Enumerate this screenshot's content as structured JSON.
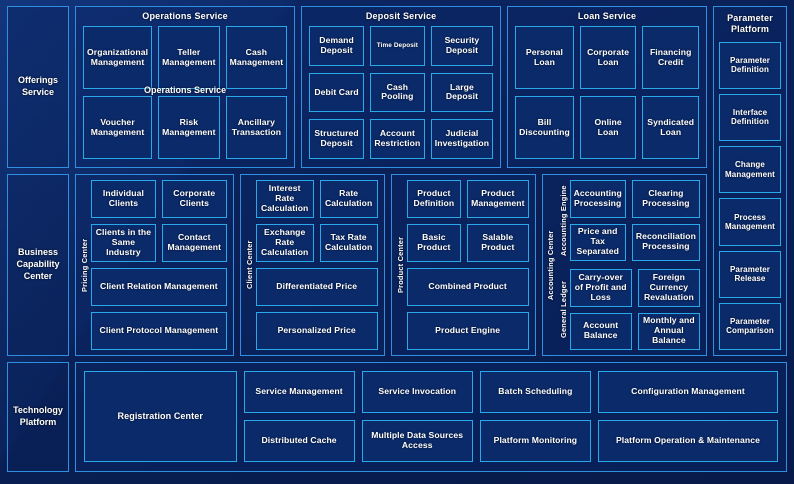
{
  "layers": {
    "offerings": {
      "rail_label": "Offerings Service",
      "groups": [
        {
          "title": "Operations Service",
          "ghost_title": "Operations Service",
          "items": [
            {
              "label": "Organizational Management"
            },
            {
              "label": "Teller Management"
            },
            {
              "label": "Cash Management"
            },
            {
              "label": "Voucher Management"
            },
            {
              "label": "Risk Management"
            },
            {
              "label": "Ancillary Transaction"
            }
          ]
        },
        {
          "title": "Deposit Service",
          "items": [
            {
              "label": "Demand Deposit"
            },
            {
              "label": "Time Deposit",
              "small": true
            },
            {
              "label": "Security Deposit"
            },
            {
              "label": "Debit Card"
            },
            {
              "label": "Cash Pooling"
            },
            {
              "label": "Large Deposit"
            },
            {
              "label": "Structured Deposit"
            },
            {
              "label": "Account Restriction"
            },
            {
              "label": "Judicial Investigation"
            }
          ]
        },
        {
          "title": "Loan Service",
          "items": [
            {
              "label": "Personal Loan"
            },
            {
              "label": "Corporate Loan"
            },
            {
              "label": "Financing Credit"
            },
            {
              "label": "Bill Discounting"
            },
            {
              "label": "Online Loan"
            },
            {
              "label": "Syndicated Loan"
            }
          ]
        }
      ]
    },
    "parameter_platform": {
      "title": "Parameter Platform",
      "items": [
        {
          "label": "Parameter Definition"
        },
        {
          "label": "Interface Definition"
        },
        {
          "label": "Change Management"
        },
        {
          "label": "Process Management"
        },
        {
          "label": "Parameter Release"
        },
        {
          "label": "Parameter Comparison"
        }
      ]
    },
    "business_capability": {
      "rail_label": "Business Capability Center",
      "groups": [
        {
          "vlabel": "Pricing Center",
          "items": [
            {
              "label": "Individual Clients"
            },
            {
              "label": "Corporate Clients"
            },
            {
              "label": "Clients in the Same Industry"
            },
            {
              "label": "Contact Management"
            },
            {
              "label": "Client Relation Management",
              "wide": true
            },
            {
              "label": "Client Protocol Management",
              "wide": true
            }
          ]
        },
        {
          "vlabel": "Client Center",
          "items": [
            {
              "label": "Interest Rate Calculation"
            },
            {
              "label": "Rate Calculation"
            },
            {
              "label": "Exchange Rate Calculation"
            },
            {
              "label": "Tax Rate Calculation"
            },
            {
              "label": "Differentiated Price",
              "wide": true
            },
            {
              "label": "Personalized Price",
              "wide": true
            }
          ]
        },
        {
          "vlabel": "Product Center",
          "items": [
            {
              "label": "Product Definition"
            },
            {
              "label": "Product Management"
            },
            {
              "label": "Basic Product"
            },
            {
              "label": "Salable Product"
            },
            {
              "label": "Combined Product",
              "wide": true
            },
            {
              "label": "Product Engine",
              "wide": true
            }
          ]
        },
        {
          "vlabel": "Accounting Center",
          "sub_groups": [
            {
              "vlabel": "Accounting Engine",
              "items": [
                {
                  "label": "Accounting Processing"
                },
                {
                  "label": "Clearing Processing"
                },
                {
                  "label": "Price and Tax Separated"
                },
                {
                  "label": "Reconciliation Processing"
                }
              ]
            },
            {
              "vlabel": "General Ledger",
              "items": [
                {
                  "label": "Carry-over of Profit and Loss"
                },
                {
                  "label": "Foreign Currency Revaluation"
                },
                {
                  "label": "Account Balance"
                },
                {
                  "label": "Monthly and Annual Balance"
                }
              ]
            }
          ]
        }
      ]
    },
    "technology_platform": {
      "rail_label": "Technology Platform",
      "registration": {
        "label": "Registration Center"
      },
      "columns": [
        {
          "items": [
            {
              "label": "Service Management"
            },
            {
              "label": "Distributed Cache"
            }
          ]
        },
        {
          "items": [
            {
              "label": "Service Invocation"
            },
            {
              "label": "Multiple Data Sources Access"
            }
          ]
        },
        {
          "items": [
            {
              "label": "Batch Scheduling"
            },
            {
              "label": "Platform Monitoring"
            }
          ]
        },
        {
          "items": [
            {
              "label": "Configuration Management"
            },
            {
              "label": "Platform Operation & Maintenance"
            }
          ]
        }
      ]
    }
  },
  "colors": {
    "background": "#0a2057",
    "group_border": "#2f8fe0",
    "leaf_border": "#29a8ea",
    "leaf_fill": "#0b2a6a",
    "text": "#ffffff"
  }
}
